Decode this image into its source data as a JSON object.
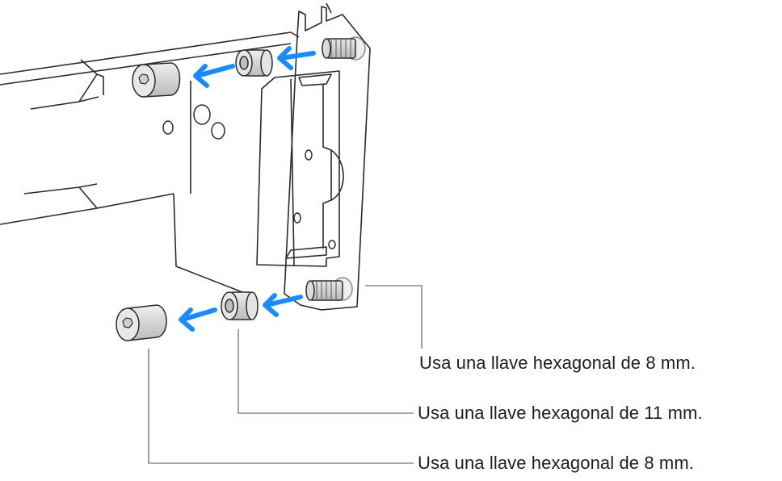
{
  "callouts": [
    {
      "text": "Usa una llave hexagonal de 8 mm."
    },
    {
      "text": "Usa una llave hexagonal de 11 mm."
    },
    {
      "text": "Usa una llave hexagonal de 8 mm."
    }
  ],
  "colors": {
    "arrow": "#1a8cff",
    "line": "#2a2a2a",
    "leader": "#8a8a8a",
    "screw_fill": "#d9d9d9",
    "washer_fill": "#e6e6e6"
  }
}
